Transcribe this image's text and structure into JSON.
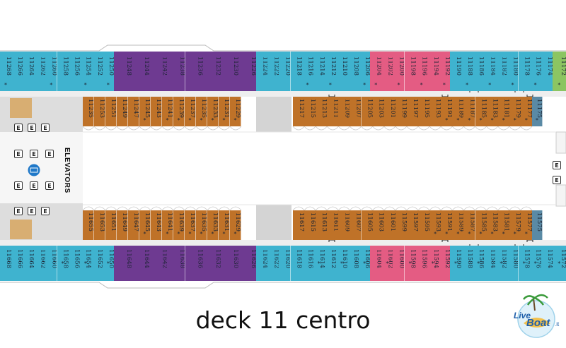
{
  "caption": "deck 11 centro",
  "elevators_label": "ELEVATORS",
  "elevator_button": "E",
  "logo": {
    "word1": "Live",
    "word2": "Boat",
    "suffix": ".it"
  },
  "colors": {
    "ocean": "#3fb3cf",
    "balcony": "#bf7228",
    "suite": "#6e3a91",
    "pink": "#e45c83",
    "green": "#8cc562",
    "steel": "#5a8aa5",
    "corridor": "#eeeeee",
    "service": "#d4d4d4"
  },
  "rows": {
    "top_outer": {
      "groups": [
        {
          "color": "ocean",
          "cabins": [
            {
              "n": "11268",
              "s": true
            },
            {
              "n": "11266"
            },
            {
              "n": "11264"
            },
            {
              "n": "11262"
            },
            {
              "n": "11260",
              "s": true
            },
            {
              "n": "11258"
            },
            {
              "n": "11256"
            },
            {
              "n": "11254",
              "s": true
            },
            {
              "n": "11252"
            },
            {
              "n": "11250",
              "s": true
            }
          ]
        },
        {
          "color": "suite",
          "cabins": [
            {
              "n": "11248"
            },
            {
              "n": "11244"
            },
            {
              "n": "11242"
            },
            {
              "n": "11238"
            },
            {
              "n": "11236"
            },
            {
              "n": "11232"
            },
            {
              "n": "11230"
            },
            {
              "n": "11226"
            }
          ]
        },
        {
          "color": "ocean",
          "cabins": [
            {
              "n": "11224"
            },
            {
              "n": "11222"
            },
            {
              "n": "11220"
            },
            {
              "n": "11218"
            },
            {
              "n": "11216",
              "s": true
            },
            {
              "n": "11214"
            },
            {
              "n": "11212",
              "s": true
            },
            {
              "n": "11210"
            },
            {
              "n": "11208"
            },
            {
              "n": "11206",
              "s": true
            }
          ]
        },
        {
          "color": "pink",
          "cabins": [
            {
              "n": "11204",
              "s": true
            },
            {
              "n": "11202"
            },
            {
              "n": "11200",
              "s": true
            },
            {
              "n": "11198"
            },
            {
              "n": "11196",
              "s": true
            },
            {
              "n": "11194"
            },
            {
              "n": "11192",
              "s": true
            }
          ]
        },
        {
          "color": "ocean",
          "cabins": [
            {
              "n": "11190"
            },
            {
              "n": "11188",
              "s": true
            },
            {
              "n": "11186"
            },
            {
              "n": "11184",
              "s": true
            },
            {
              "n": "11182"
            },
            {
              "n": "11180",
              "s": true
            },
            {
              "n": "11178"
            },
            {
              "n": "11176",
              "s": true
            },
            {
              "n": "11174"
            }
          ]
        },
        {
          "color": "green",
          "cabins": [
            {
              "n": "11172",
              "s": true
            }
          ]
        }
      ]
    },
    "top_inner_left": {
      "color": "balcony",
      "cabins": [
        {
          "n": "11235"
        },
        {
          "n": "11253"
        },
        {
          "n": "11251"
        },
        {
          "n": "11249"
        },
        {
          "n": "11247"
        },
        {
          "n": "11245",
          "s": true
        },
        {
          "n": "11243"
        },
        {
          "n": "11241",
          "s": true
        },
        {
          "n": "11239",
          "s": true
        },
        {
          "n": "11237",
          "s": true
        },
        {
          "n": "11235",
          "s": true
        },
        {
          "n": "11233",
          "s": true
        },
        {
          "n": "11231",
          "s": true
        },
        {
          "n": "11229",
          "s": true
        }
      ]
    },
    "top_inner_right": {
      "color": "balcony",
      "cabins": [
        {
          "n": "11217"
        },
        {
          "n": "11215"
        },
        {
          "n": "11213"
        },
        {
          "n": "11211"
        },
        {
          "n": "11209"
        },
        {
          "n": "11207"
        },
        {
          "n": "11205"
        },
        {
          "n": "11203"
        },
        {
          "n": "11201"
        },
        {
          "n": "11199"
        },
        {
          "n": "11197"
        },
        {
          "n": "11195"
        },
        {
          "n": "11193"
        },
        {
          "n": "11191",
          "s": true
        },
        {
          "n": "11189",
          "s": true
        },
        {
          "n": "11187",
          "s": true
        },
        {
          "n": "11185",
          "s": true
        },
        {
          "n": "11183",
          "s": true
        },
        {
          "n": "11181",
          "s": true
        },
        {
          "n": "11179",
          "s": true
        },
        {
          "n": "11177",
          "s": true
        }
      ]
    },
    "top_inner_end": {
      "color": "steel",
      "cabins": [
        {
          "n": "11175",
          "s": true
        }
      ]
    },
    "bottom_inner_left": {
      "color": "balcony",
      "cabins": [
        {
          "n": "11655"
        },
        {
          "n": "11653"
        },
        {
          "n": "11651"
        },
        {
          "n": "11649"
        },
        {
          "n": "11647"
        },
        {
          "n": "11645",
          "s": true
        },
        {
          "n": "11643"
        },
        {
          "n": "11641",
          "s": true
        },
        {
          "n": "11639",
          "s": true
        },
        {
          "n": "11637",
          "s": true
        },
        {
          "n": "11635",
          "s": true
        },
        {
          "n": "11633",
          "s": true
        },
        {
          "n": "11631",
          "s": true
        },
        {
          "n": "11629",
          "s": true
        }
      ]
    },
    "bottom_inner_right": {
      "color": "balcony",
      "cabins": [
        {
          "n": "11617"
        },
        {
          "n": "11615"
        },
        {
          "n": "11613"
        },
        {
          "n": "11611"
        },
        {
          "n": "11609"
        },
        {
          "n": "11607"
        },
        {
          "n": "11605"
        },
        {
          "n": "11603"
        },
        {
          "n": "11601"
        },
        {
          "n": "11599"
        },
        {
          "n": "11597"
        },
        {
          "n": "11595"
        },
        {
          "n": "11593",
          "s": true
        },
        {
          "n": "11591",
          "s": true
        },
        {
          "n": "11589",
          "s": true
        },
        {
          "n": "11587",
          "s": true
        },
        {
          "n": "11585",
          "s": true
        },
        {
          "n": "11583",
          "s": true
        },
        {
          "n": "11581",
          "s": true
        },
        {
          "n": "11579",
          "s": true
        },
        {
          "n": "11577",
          "s": true
        }
      ]
    },
    "bottom_inner_end": {
      "color": "steel",
      "cabins": [
        {
          "n": "11575"
        }
      ]
    },
    "bottom_outer": {
      "groups": [
        {
          "color": "ocean",
          "cabins": [
            {
              "n": "11668"
            },
            {
              "n": "11666"
            },
            {
              "n": "11664"
            },
            {
              "n": "11662"
            },
            {
              "n": "11660"
            },
            {
              "n": "11658",
              "s": true
            },
            {
              "n": "11656"
            },
            {
              "n": "11654",
              "s": true
            },
            {
              "n": "11652"
            },
            {
              "n": "11650",
              "s": true
            }
          ]
        },
        {
          "color": "suite",
          "cabins": [
            {
              "n": "11648"
            },
            {
              "n": "11644"
            },
            {
              "n": "11642"
            },
            {
              "n": "11638"
            },
            {
              "n": "11636"
            },
            {
              "n": "11632"
            },
            {
              "n": "11630"
            },
            {
              "n": "11626"
            }
          ]
        },
        {
          "color": "ocean",
          "cabins": [
            {
              "n": "11624"
            },
            {
              "n": "11622"
            },
            {
              "n": "11620"
            },
            {
              "n": "11618"
            },
            {
              "n": "11616"
            },
            {
              "n": "11614",
              "s": true
            },
            {
              "n": "11612"
            },
            {
              "n": "11610",
              "s": true
            },
            {
              "n": "11608"
            },
            {
              "n": "11606",
              "s": true
            }
          ]
        },
        {
          "color": "pink",
          "cabins": [
            {
              "n": "11604"
            },
            {
              "n": "11602",
              "s": true
            },
            {
              "n": "11600"
            },
            {
              "n": "11598",
              "s": true
            },
            {
              "n": "11596"
            },
            {
              "n": "11594",
              "s": true
            },
            {
              "n": "11592"
            }
          ]
        },
        {
          "color": "ocean",
          "cabins": [
            {
              "n": "11590",
              "s": true
            },
            {
              "n": "11588"
            },
            {
              "n": "11586",
              "s": true
            },
            {
              "n": "11584"
            },
            {
              "n": "11582",
              "s": true
            },
            {
              "n": "11580"
            },
            {
              "n": "11578",
              "s": true
            },
            {
              "n": "11576",
              "s": true
            },
            {
              "n": "11574"
            }
          ]
        },
        {
          "color": "ocean",
          "cabins": [
            {
              "n": "11572",
              "s": true
            }
          ]
        }
      ]
    }
  }
}
